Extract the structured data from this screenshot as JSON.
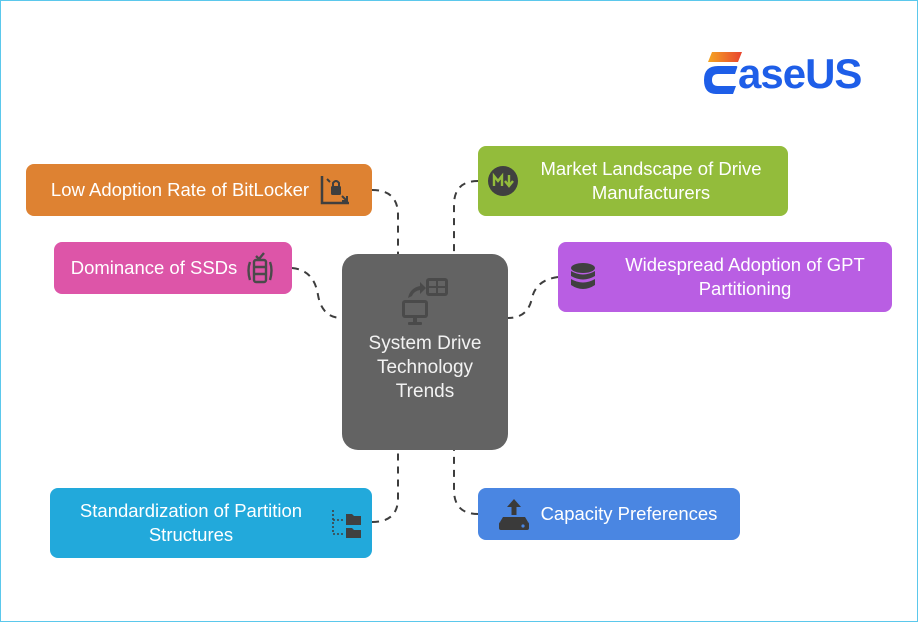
{
  "brand": {
    "logo_text": "aseUS",
    "logo_full": "EaseUS",
    "colors": {
      "primary": "#1e5ee8",
      "accent_start": "#f5a623",
      "accent_end": "#e8432f"
    }
  },
  "frame": {
    "border_color": "#5bc8ec"
  },
  "diagram": {
    "center": {
      "title": "System Drive Technology Trends",
      "icon": "system-transfer-icon",
      "color": "#636363"
    },
    "nodes": [
      {
        "id": "bitlocker",
        "label": "Low Adoption Rate of BitLocker",
        "icon": "chart-lock-decline-icon",
        "color": "#de8232"
      },
      {
        "id": "ssd",
        "label": "Dominance of SSDs",
        "icon": "server-check-icon",
        "color": "#dd55a8"
      },
      {
        "id": "market",
        "label": "Market Landscape of Drive Manufacturers",
        "icon": "markdown-down-icon",
        "color": "#93bc3b"
      },
      {
        "id": "gpt",
        "label": "Widespread Adoption of GPT Partitioning",
        "icon": "database-icon",
        "color": "#b95ee3"
      },
      {
        "id": "partition",
        "label": "Standardization of Partition Structures",
        "icon": "folder-tree-icon",
        "color": "#22a9db"
      },
      {
        "id": "capacity",
        "label": "Capacity Preferences",
        "icon": "drive-upload-icon",
        "color": "#4a86e2"
      }
    ]
  }
}
